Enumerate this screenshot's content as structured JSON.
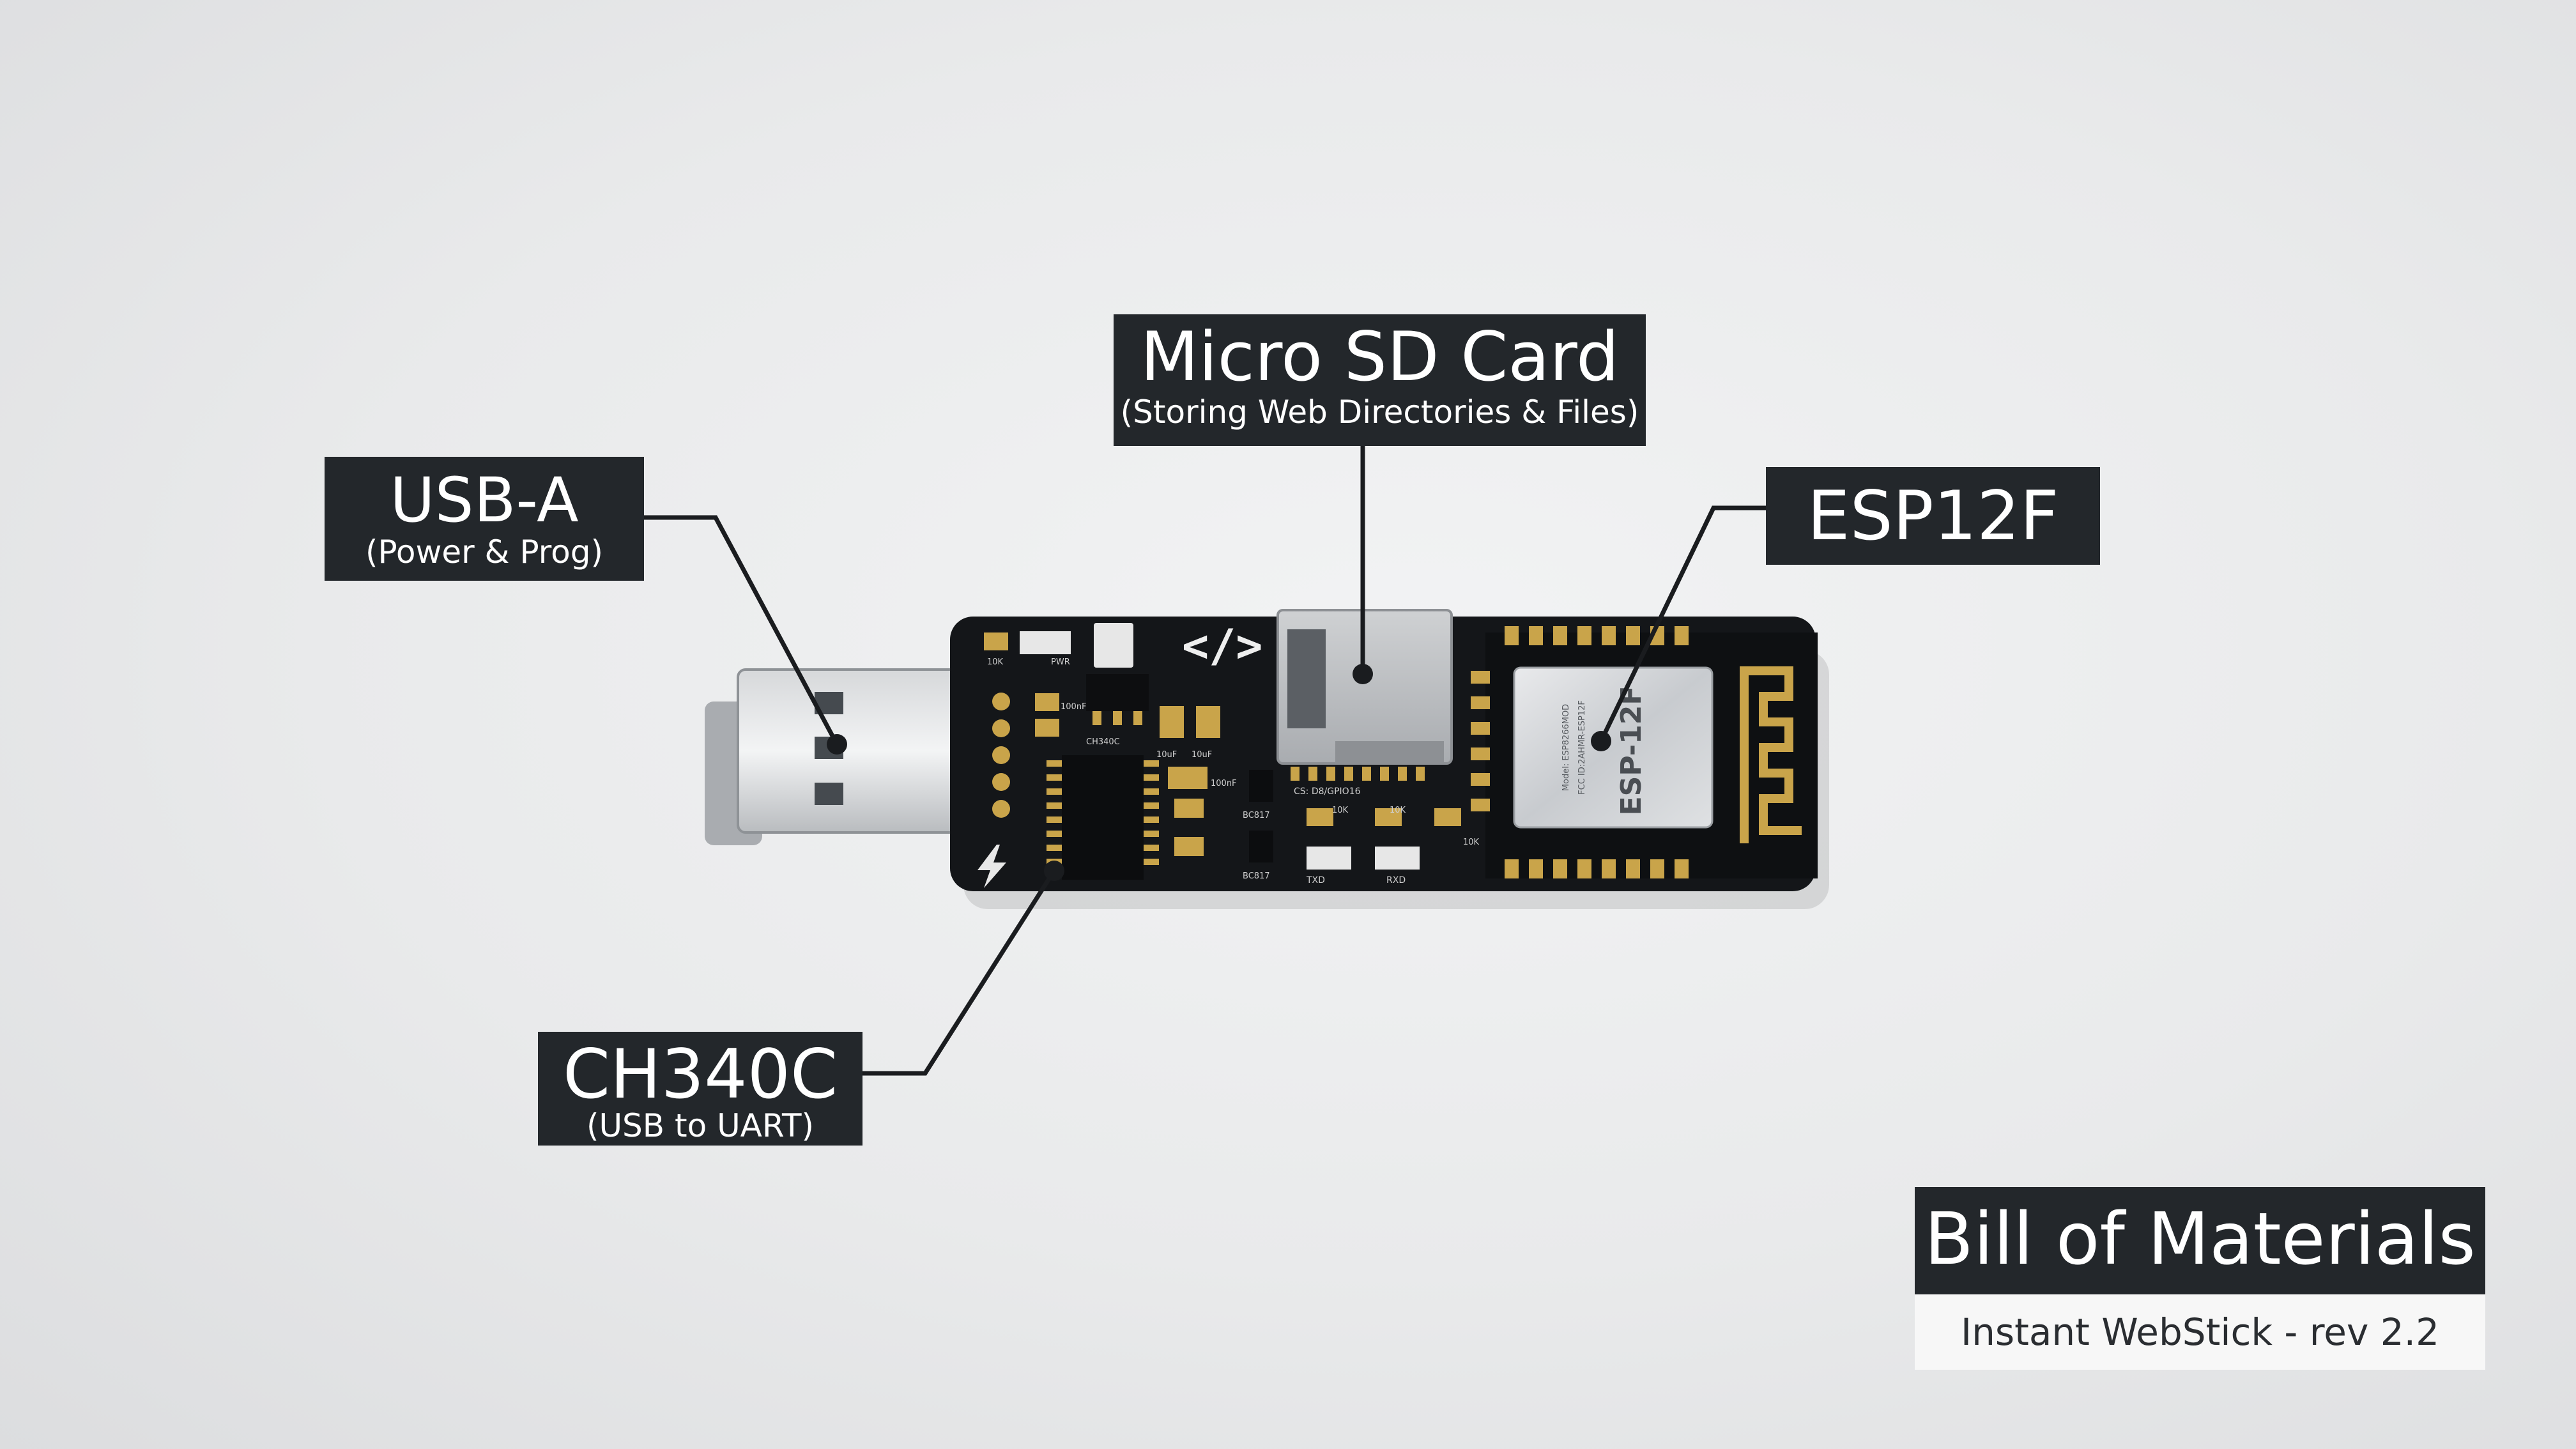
{
  "callouts": {
    "usb": {
      "title": "USB-A",
      "subtitle": "(Power & Prog)"
    },
    "sd": {
      "title": "Micro SD Card",
      "subtitle": "(Storing Web Directories & Files)"
    },
    "esp": {
      "title": "ESP12F"
    },
    "ch340": {
      "title": "CH340C",
      "subtitle": "(USB to UART)"
    }
  },
  "bom": {
    "title": "Bill of Materials",
    "subtitle": "Instant WebStick - rev 2.2"
  },
  "board_labels": {
    "r10k": "10K",
    "pwr": "PWR",
    "ch340c": "CH340C",
    "c100nf_a": "100nF",
    "c10uf_a": "10uF",
    "c10uf_b": "10uF",
    "c100nf_b": "100nF",
    "bc817_a": "BC817",
    "bc817_b": "BC817",
    "cs": "CS: D8/GPIO16",
    "r10k_b": "10K",
    "r10k_c": "10K",
    "r10k_d": "10K",
    "txd": "TXD",
    "rxd": "RXD",
    "module": "ESP-12F",
    "module_fcc": "FCC ID:2AHMR-ESP12F",
    "module_model": "Model: ESP8266MOD"
  },
  "colors": {
    "callout_bg": "#23272b",
    "callout_text": "#ffffff",
    "pcb": "#141619",
    "gold": "#c9a44a",
    "leader_line": "#1a1c1f"
  }
}
